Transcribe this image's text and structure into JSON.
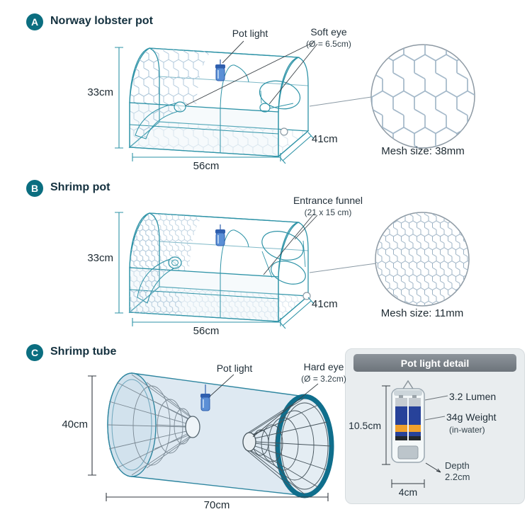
{
  "colors": {
    "accent_teal": "#2e93a7",
    "badge_bg": "#0b6e80",
    "mesh_line": "#a9c4d8",
    "detail_header_bg": "#767d84",
    "battery_blue": "#27429a",
    "battery_orange": "#f0a12c",
    "lamp_blue": "#5b8fd6"
  },
  "section_a": {
    "badge": "A",
    "title": "Norway lobster pot",
    "pot_light_label": "Pot light",
    "soft_eye_label": "Soft eye",
    "soft_eye_sub": "(Ø = 6.5cm)",
    "dim_height": "33cm",
    "dim_length": "56cm",
    "dim_width": "41cm",
    "mesh_caption": "Mesh size: 38mm"
  },
  "section_b": {
    "badge": "B",
    "title": "Shrimp pot",
    "entrance_funnel_label": "Entrance funnel",
    "entrance_funnel_sub": "(21 x 15 cm)",
    "dim_height": "33cm",
    "dim_length": "56cm",
    "dim_width": "41cm",
    "mesh_caption": "Mesh size: 11mm"
  },
  "section_c": {
    "badge": "C",
    "title": "Shrimp tube",
    "pot_light_label": "Pot light",
    "hard_eye_label": "Hard eye",
    "hard_eye_sub": "(Ø = 3.2cm)",
    "dim_height": "40cm",
    "dim_length": "70cm"
  },
  "detail": {
    "title": "Pot light detail",
    "dim_height": "10.5cm",
    "dim_width": "4cm",
    "lumen": "3.2 Lumen",
    "weight": "34g Weight",
    "weight_sub": "(in-water)",
    "depth_label": "Depth",
    "depth_value": "2.2cm"
  }
}
